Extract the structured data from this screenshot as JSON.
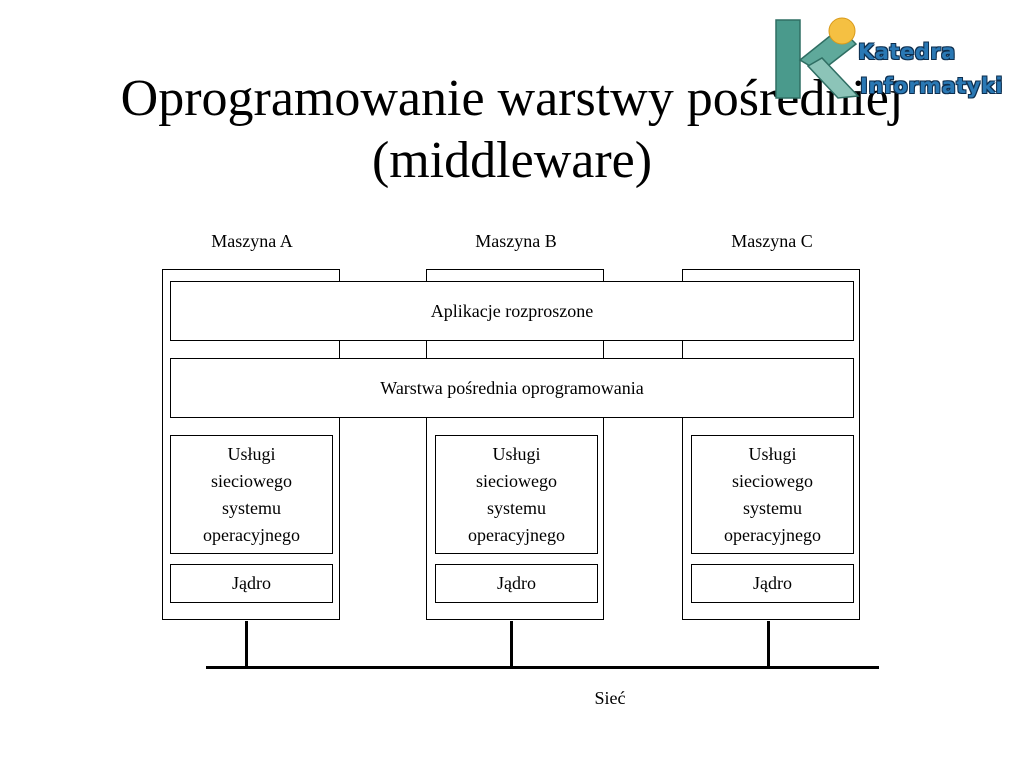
{
  "slide": {
    "title_line1": "Oprogramowanie warstwy pośredniej",
    "title_line2": "(middleware)"
  },
  "logo": {
    "line1": "Katedra",
    "line2": "Informatyki",
    "colors": {
      "teal": "#4a9a8c",
      "sun": "#f5c042",
      "text": "#2a78b4"
    }
  },
  "diagram": {
    "machines": [
      {
        "label": "Maszyna A",
        "os_services": "Usługi\nsieciowego\nsystemu\noperacyjnego",
        "kernel": "Jądro"
      },
      {
        "label": "Maszyna B",
        "os_services": "Usługi\nsieciowego\nsystemu\noperacyjnego",
        "kernel": "Jądro"
      },
      {
        "label": "Maszyna C",
        "os_services": "Usługi\nsieciowego\nsystemu\noperacyjnego",
        "kernel": "Jądro"
      }
    ],
    "distributed_apps": "Aplikacje rozproszone",
    "middleware_layer": "Warstwa pośrednia oprogramowania",
    "network": "Sieć"
  }
}
